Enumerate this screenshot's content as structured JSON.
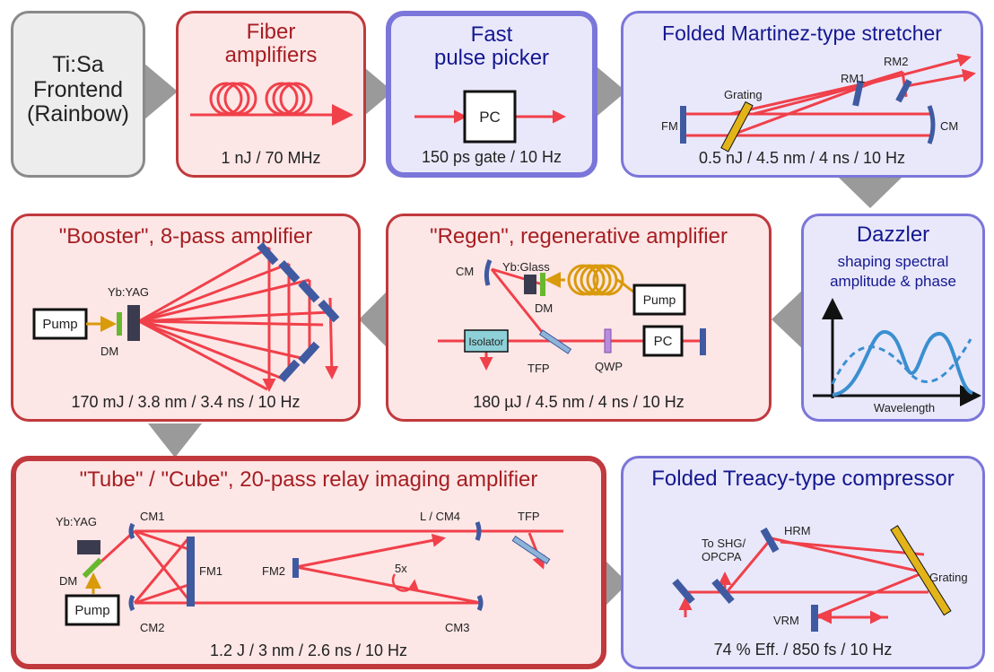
{
  "stages": {
    "frontend": {
      "title": "Ti:Sa\nFrontend\n(Rainbow)"
    },
    "fiber": {
      "title": "Fiber\namplifiers",
      "spec": "1 nJ / 70 MHz"
    },
    "picker": {
      "title": "Fast\npulse picker",
      "spec": "150 ps gate / 10 Hz",
      "pc_label": "PC"
    },
    "stretcher": {
      "title": "Folded Martinez-type stretcher",
      "spec": "0.5 nJ / 4.5 nm / 4 ns / 10 Hz",
      "labels": {
        "grating": "Grating",
        "fm": "FM",
        "cm": "CM",
        "rm1": "RM1",
        "rm2": "RM2"
      }
    },
    "dazzler": {
      "title": "Dazzler",
      "subtitle": "shaping spectral\namplitude & phase",
      "axis_label": "Wavelength"
    },
    "regen": {
      "title": "\"Regen\", regenerative amplifier",
      "spec": "180 µJ / 4.5 nm / 4 ns / 10 Hz",
      "labels": {
        "cm": "CM",
        "crystal": "Yb:Glass",
        "dm": "DM",
        "pump": "Pump",
        "isolator": "Isolator",
        "tfp": "TFP",
        "qwp": "QWP",
        "pc": "PC"
      }
    },
    "booster": {
      "title": "\"Booster\", 8-pass amplifier",
      "spec": "170 mJ / 3.8 nm / 3.4 ns / 10 Hz",
      "labels": {
        "pump": "Pump",
        "crystal": "Yb:YAG",
        "dm": "DM"
      }
    },
    "tube": {
      "title": "\"Tube\" / \"Cube\", 20-pass relay imaging amplifier",
      "spec": "1.2 J / 3 nm / 2.6 ns / 10 Hz",
      "labels": {
        "crystal": "Yb:YAG",
        "cm1": "CM1",
        "cm2": "CM2",
        "cm3": "CM3",
        "cm4": "L / CM4",
        "fm1": "FM1",
        "fm2": "FM2",
        "tfp": "TFP",
        "dm": "DM",
        "pump": "Pump",
        "passes": "5x"
      }
    },
    "compressor": {
      "title": "Folded Treacy-type compressor",
      "spec": "74 % Eff. / 850 fs / 10 Hz",
      "labels": {
        "to_shg": "To SHG/\nOPCPA",
        "hrm": "HRM",
        "grating": "Grating",
        "vrm": "VRM"
      }
    }
  },
  "colors": {
    "beam": "#f0404a",
    "pump": "#d99a0c",
    "optic": "#3f5aa0",
    "dm": "#68b82f",
    "grating": "#e2b41a",
    "curve": "#3a8fd0"
  }
}
